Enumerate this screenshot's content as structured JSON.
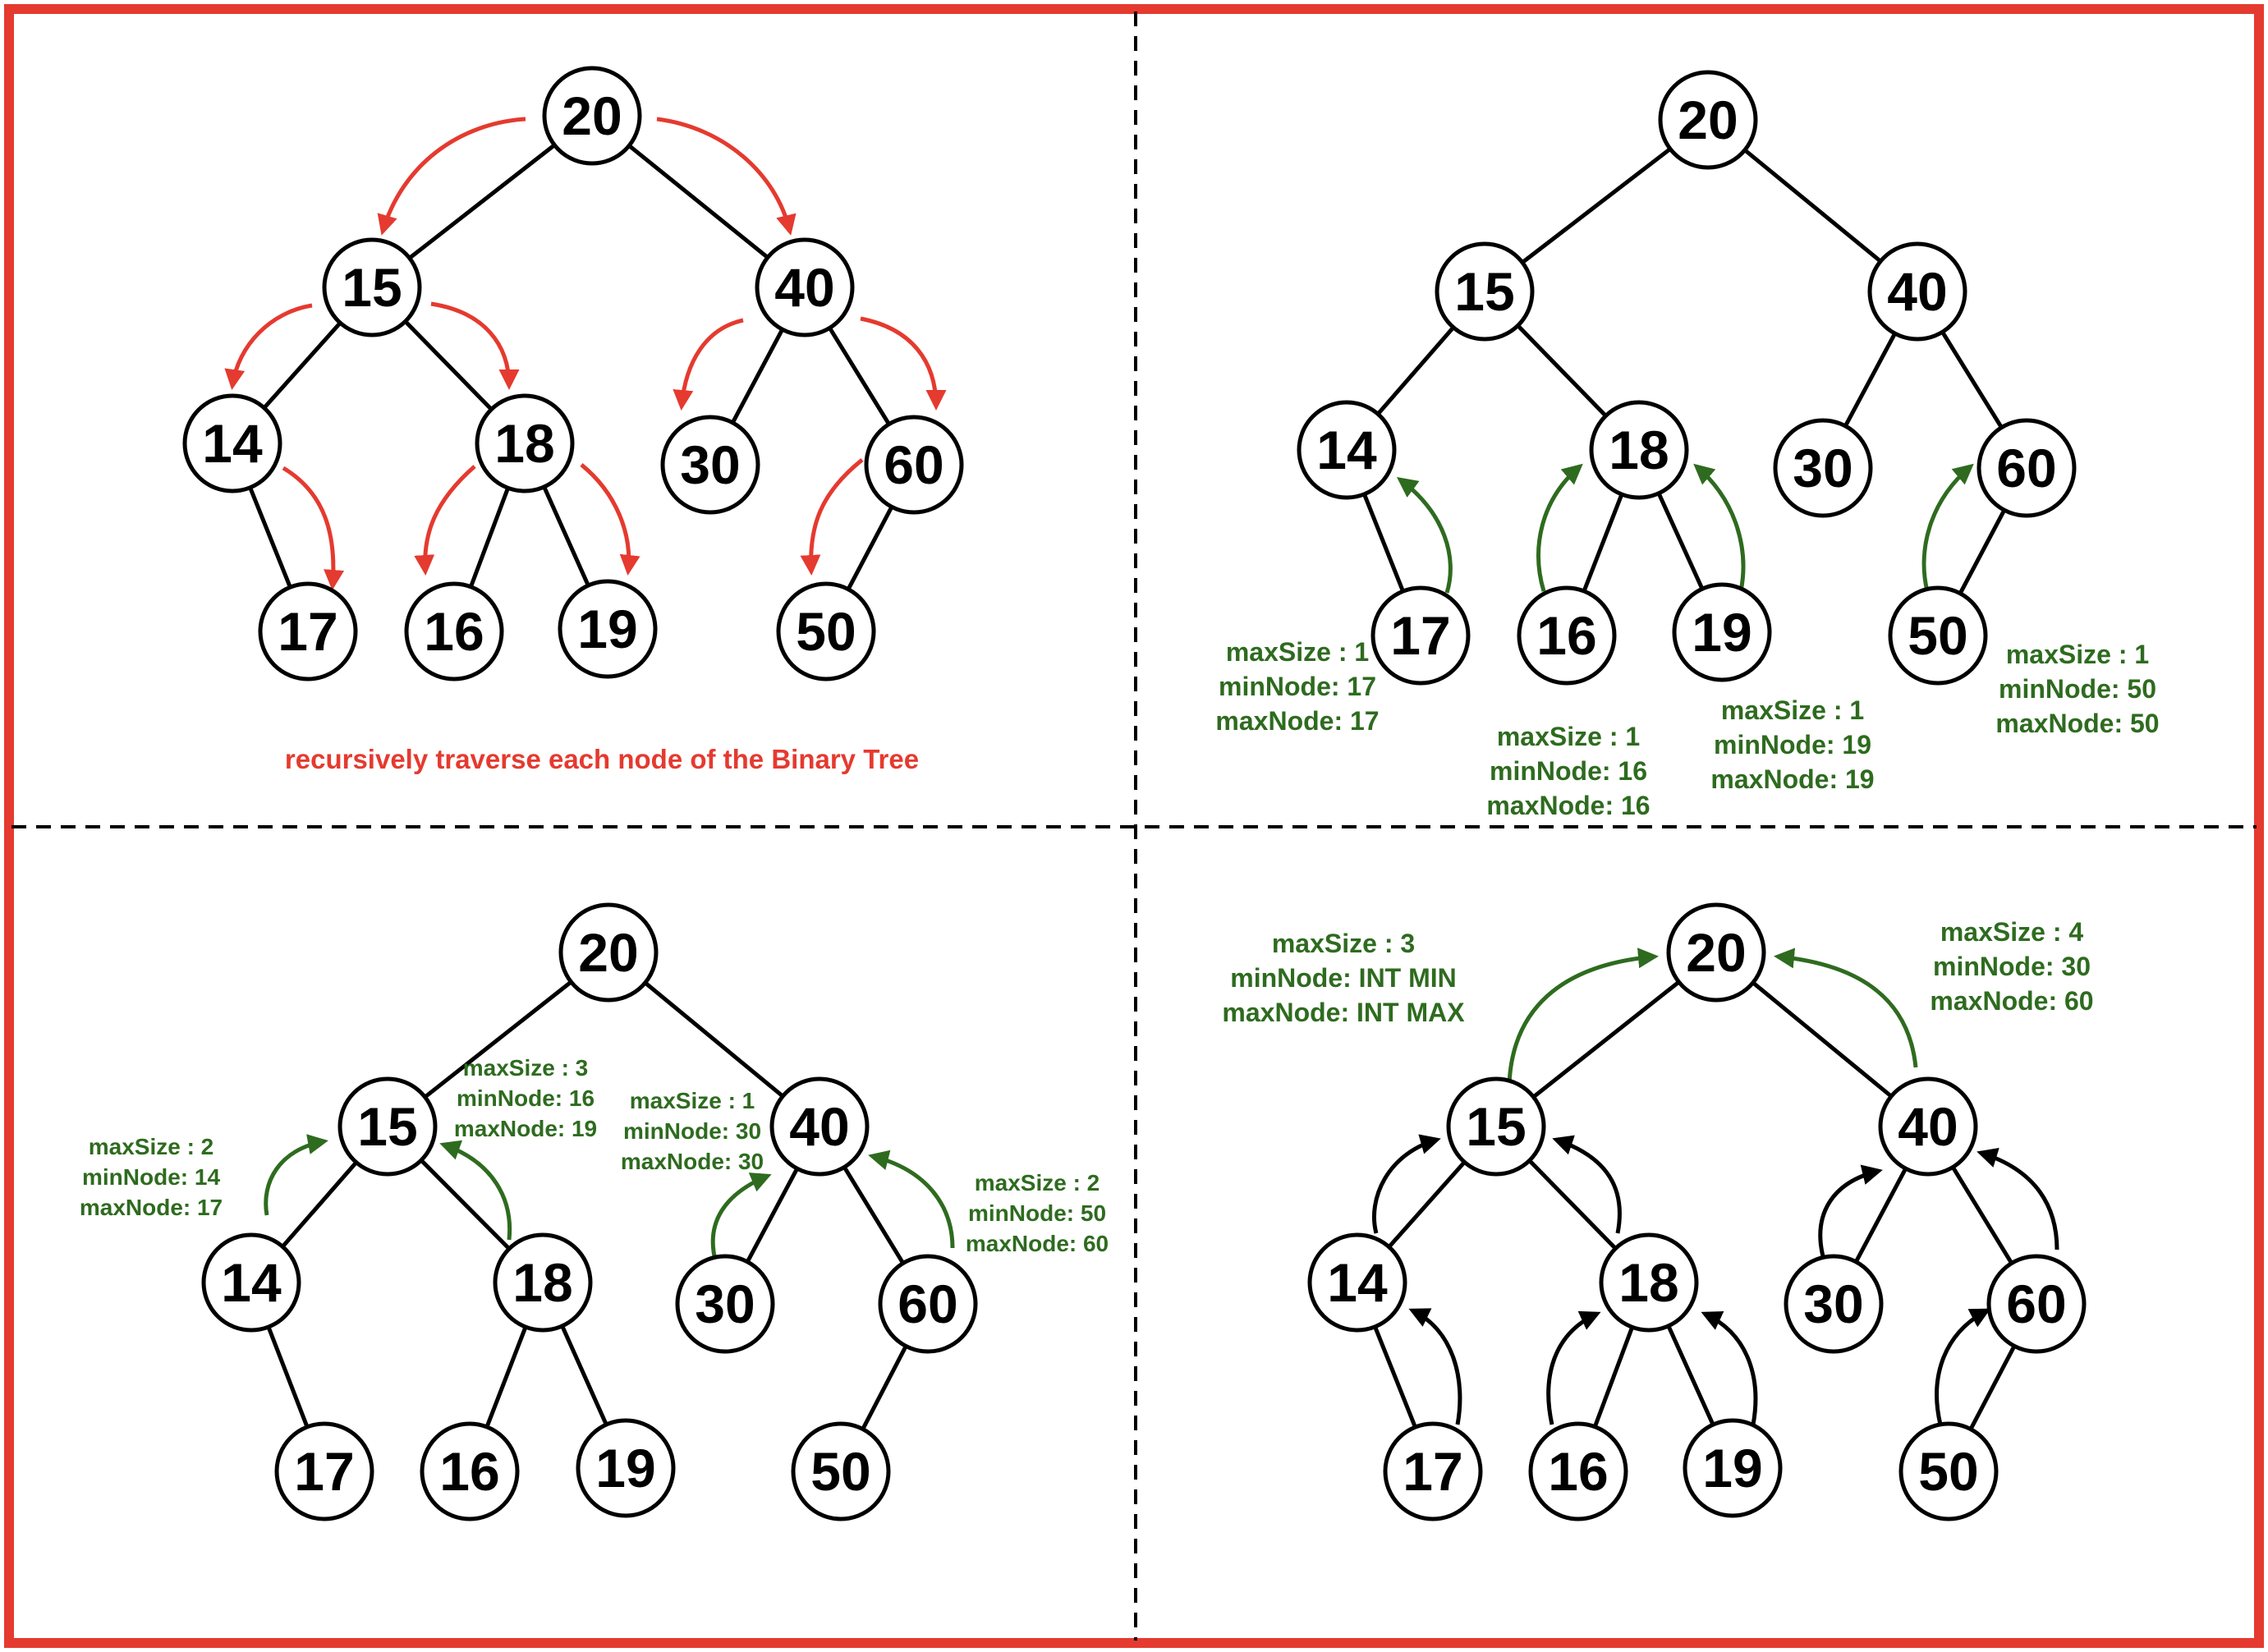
{
  "colors": {
    "frame": "#e53a2f",
    "red_arrow": "#e53a2f",
    "green": "#2e6b1f",
    "black": "#000000"
  },
  "panels": [
    {
      "id": "top-left",
      "nodes": [
        {
          "id": "n20",
          "label": "20"
        },
        {
          "id": "n15",
          "label": "15"
        },
        {
          "id": "n40",
          "label": "40"
        },
        {
          "id": "n14",
          "label": "14"
        },
        {
          "id": "n18",
          "label": "18"
        },
        {
          "id": "n30",
          "label": "30"
        },
        {
          "id": "n60",
          "label": "60"
        },
        {
          "id": "n17",
          "label": "17"
        },
        {
          "id": "n16",
          "label": "16"
        },
        {
          "id": "n19",
          "label": "19"
        },
        {
          "id": "n50",
          "label": "50"
        }
      ],
      "caption": "recursively traverse each node of the Binary Tree",
      "annotations": []
    },
    {
      "id": "top-right",
      "nodes": [
        {
          "id": "n20",
          "label": "20"
        },
        {
          "id": "n15",
          "label": "15"
        },
        {
          "id": "n40",
          "label": "40"
        },
        {
          "id": "n14",
          "label": "14"
        },
        {
          "id": "n18",
          "label": "18"
        },
        {
          "id": "n30",
          "label": "30"
        },
        {
          "id": "n60",
          "label": "60"
        },
        {
          "id": "n17",
          "label": "17"
        },
        {
          "id": "n16",
          "label": "16"
        },
        {
          "id": "n19",
          "label": "19"
        },
        {
          "id": "n50",
          "label": "50"
        }
      ],
      "annotations": [
        {
          "id": "a17",
          "lines": [
            "maxSize : 1",
            "minNode: 17",
            "maxNode: 17"
          ]
        },
        {
          "id": "a16",
          "lines": [
            "maxSize : 1",
            "minNode: 16",
            "maxNode: 16"
          ]
        },
        {
          "id": "a19",
          "lines": [
            "maxSize : 1",
            "minNode: 19",
            "maxNode: 19"
          ]
        },
        {
          "id": "a50",
          "lines": [
            "maxSize : 1",
            "minNode: 50",
            "maxNode: 50"
          ]
        }
      ]
    },
    {
      "id": "bottom-left",
      "nodes": [
        {
          "id": "n20",
          "label": "20"
        },
        {
          "id": "n15",
          "label": "15"
        },
        {
          "id": "n40",
          "label": "40"
        },
        {
          "id": "n14",
          "label": "14"
        },
        {
          "id": "n18",
          "label": "18"
        },
        {
          "id": "n30",
          "label": "30"
        },
        {
          "id": "n60",
          "label": "60"
        },
        {
          "id": "n17",
          "label": "17"
        },
        {
          "id": "n16",
          "label": "16"
        },
        {
          "id": "n19",
          "label": "19"
        },
        {
          "id": "n50",
          "label": "50"
        }
      ],
      "annotations": [
        {
          "id": "a14",
          "lines": [
            "maxSize : 2",
            "minNode: 14",
            "maxNode: 17"
          ]
        },
        {
          "id": "a18",
          "lines": [
            "maxSize : 3",
            "minNode: 16",
            "maxNode: 19"
          ]
        },
        {
          "id": "a30",
          "lines": [
            "maxSize : 1",
            "minNode: 30",
            "maxNode: 30"
          ]
        },
        {
          "id": "a60",
          "lines": [
            "maxSize : 2",
            "minNode: 50",
            "maxNode: 60"
          ]
        }
      ]
    },
    {
      "id": "bottom-right",
      "nodes": [
        {
          "id": "n20",
          "label": "20"
        },
        {
          "id": "n15",
          "label": "15"
        },
        {
          "id": "n40",
          "label": "40"
        },
        {
          "id": "n14",
          "label": "14"
        },
        {
          "id": "n18",
          "label": "18"
        },
        {
          "id": "n30",
          "label": "30"
        },
        {
          "id": "n60",
          "label": "60"
        },
        {
          "id": "n17",
          "label": "17"
        },
        {
          "id": "n16",
          "label": "16"
        },
        {
          "id": "n19",
          "label": "19"
        },
        {
          "id": "n50",
          "label": "50"
        }
      ],
      "annotations": [
        {
          "id": "a15",
          "lines": [
            "maxSize : 3",
            "minNode: INT MIN",
            "maxNode: INT MAX"
          ]
        },
        {
          "id": "a40",
          "lines": [
            "maxSize : 4",
            "minNode: 30",
            "maxNode: 60"
          ]
        }
      ]
    }
  ]
}
